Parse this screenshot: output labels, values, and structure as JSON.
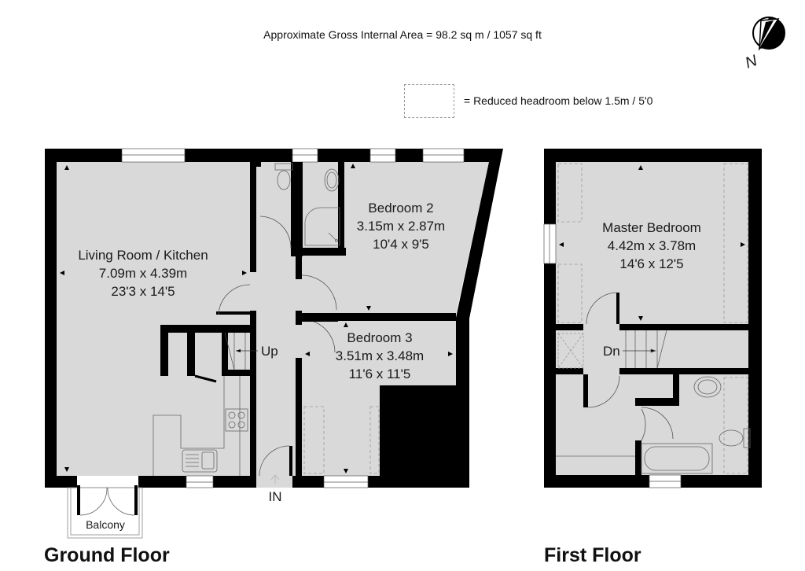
{
  "header": {
    "area_title": "Approximate Gross Internal Area = 98.2 sq m / 1057 sq ft",
    "legend_text": "= Reduced headroom below 1.5m / 5'0",
    "compass_label": "N"
  },
  "ground_floor": {
    "label": "Ground Floor",
    "rooms": [
      {
        "name": "Living Room / Kitchen",
        "metric": "7.09m x 4.39m",
        "imperial": "23'3 x 14'5"
      },
      {
        "name": "Bedroom 2",
        "metric": "3.15m x 2.87m",
        "imperial": "10'4 x 9'5"
      },
      {
        "name": "Bedroom 3",
        "metric": "3.51m x 3.48m",
        "imperial": "11'6 x 11'5"
      }
    ],
    "stairs_label": "Up",
    "entrance_label": "IN",
    "balcony_label": "Balcony"
  },
  "first_floor": {
    "label": "First Floor",
    "rooms": [
      {
        "name": "Master Bedroom",
        "metric": "4.42m x 3.78m",
        "imperial": "14'6 x 12'5"
      }
    ],
    "stairs_label": "Dn"
  },
  "colors": {
    "wall": "#000000",
    "floor": "#d9d9d9",
    "line": "#555555",
    "dashed": "#9a9a9a"
  }
}
